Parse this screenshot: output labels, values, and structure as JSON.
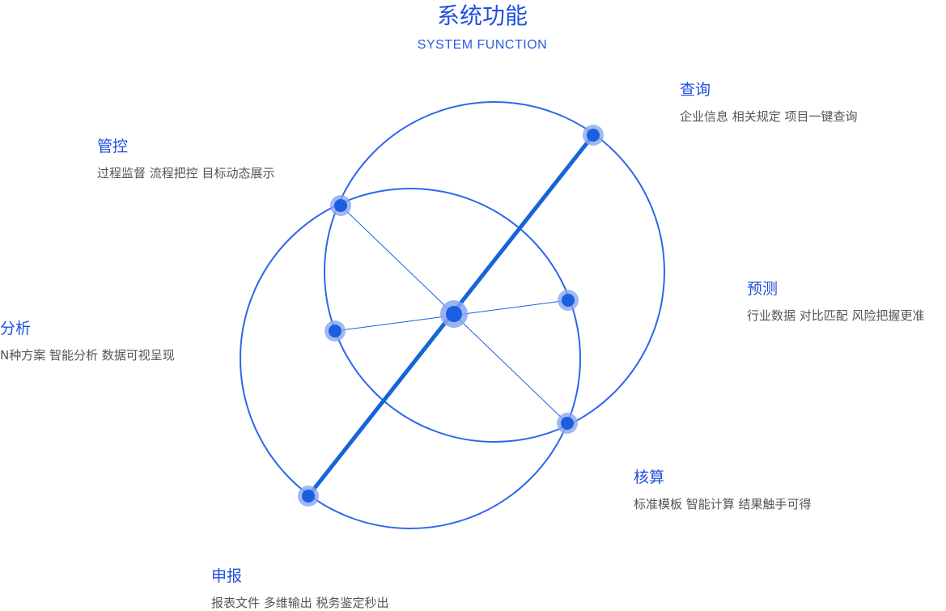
{
  "header": {
    "title": "系统功能",
    "subtitle": "SYSTEM FUNCTION"
  },
  "colors": {
    "accent": "#1f4fe0",
    "circle": "#2c66ee",
    "line": "#1565d8",
    "node": "#1a5fe0",
    "halo": "#8aa6f0"
  },
  "features": [
    {
      "title": "查询",
      "desc": "企业信息 相关规定 项目一键查询"
    },
    {
      "title": "管控",
      "desc": "过程监督 流程把控 目标动态展示"
    },
    {
      "title": "预测",
      "desc": "行业数据 对比匹配 风险把握更准"
    },
    {
      "title": "分析",
      "desc": "N种方案 智能分析 数据可视呈现"
    },
    {
      "title": "核算",
      "desc": "标准模板 智能计算 结果触手可得"
    },
    {
      "title": "申报",
      "desc": "报表文件 多维输出 税务鉴定秒出"
    }
  ]
}
